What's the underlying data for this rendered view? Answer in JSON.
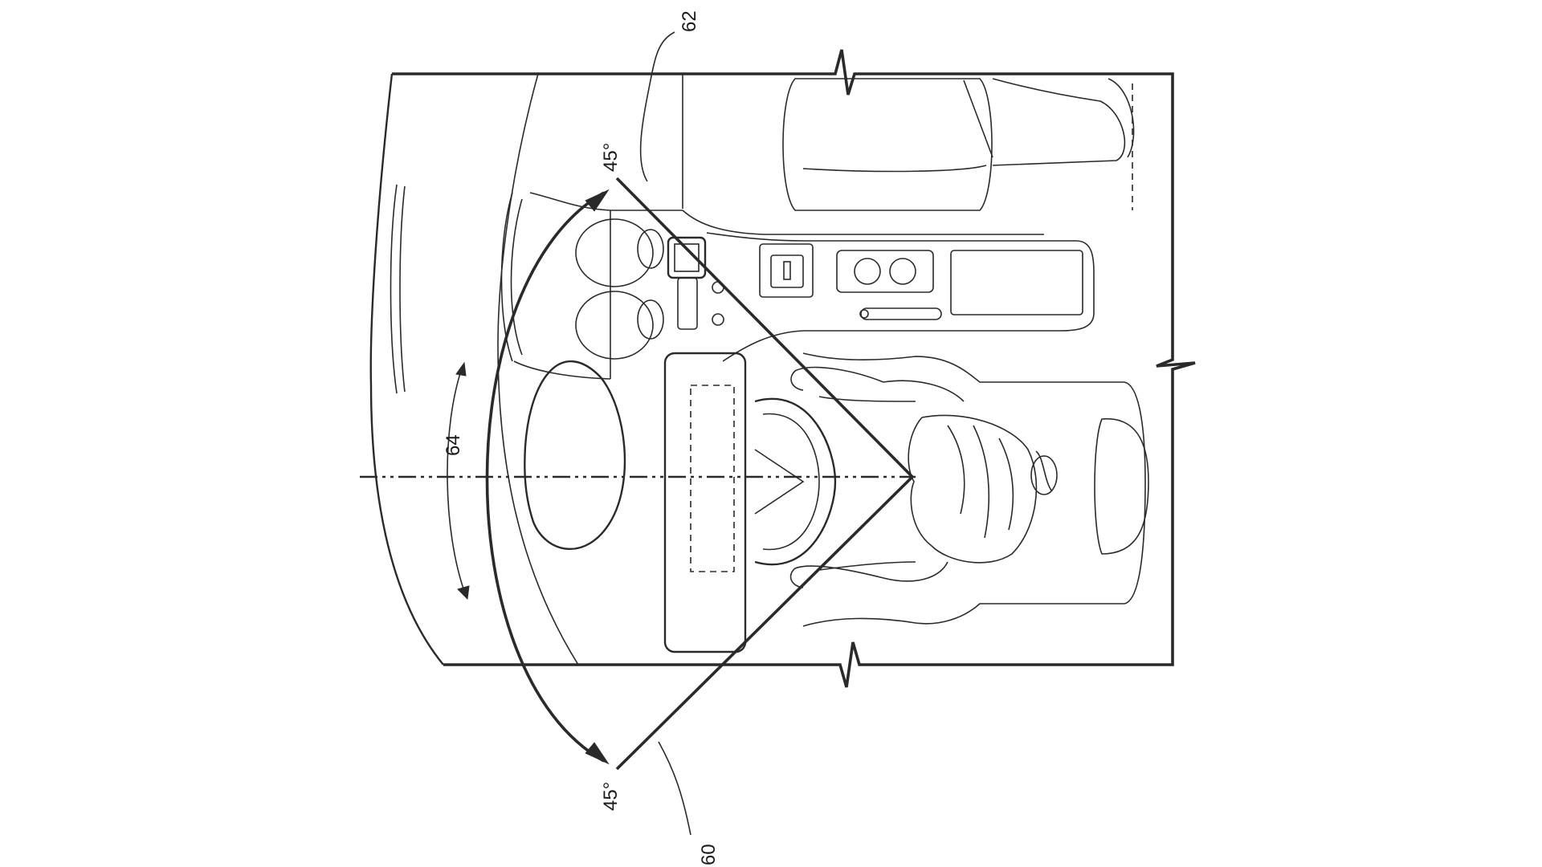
{
  "figure": {
    "labels": {
      "ref_60": "60",
      "ref_62": "62",
      "ref_64": "64",
      "angle_top": "45°",
      "angle_bottom": "45°"
    },
    "ink_color": "#2a2a2a",
    "background": "#ffffff"
  }
}
